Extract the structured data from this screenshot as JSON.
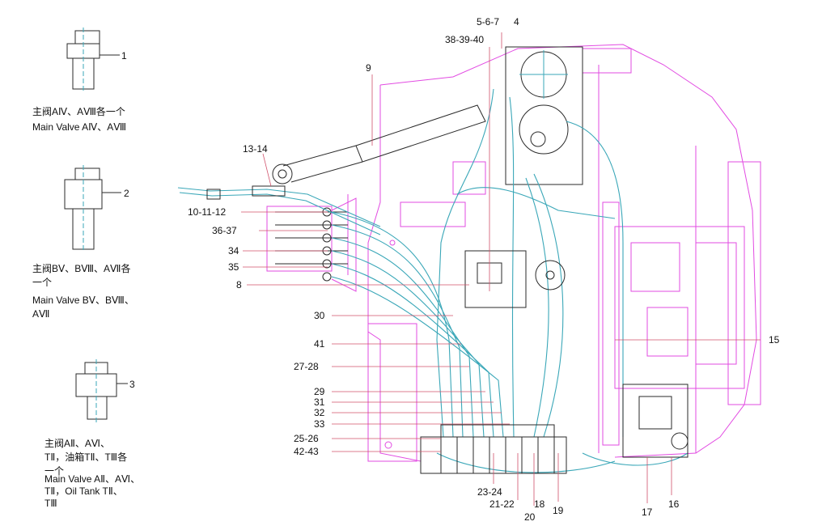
{
  "fittings": [
    {
      "id": "1",
      "caption_cn": "主阀AⅣ、AⅧ各一个",
      "caption_en": "Main Valve AⅣ、AⅧ"
    },
    {
      "id": "2",
      "caption_cn": "主阀BⅤ、BⅧ、AⅦ各一个",
      "caption_en": "Main Valve BⅤ、BⅧ、AⅦ"
    },
    {
      "id": "3",
      "caption_cn": "主阀AⅡ、AⅥ、TⅡ，油箱TⅡ、TⅢ各一个",
      "caption_en": "Main Valve AⅡ、AⅥ、TⅡ，Oil Tank TⅡ、TⅢ"
    }
  ],
  "callouts": {
    "c5_6_7": "5-6-7",
    "c4": "4",
    "c38_39_40": "38-39-40",
    "c9": "9",
    "c13_14": "13-14",
    "c10_11_12": "10-11-12",
    "c36_37": "36-37",
    "c34": "34",
    "c35": "35",
    "c8": "8",
    "c30": "30",
    "c41": "41",
    "c27_28": "27-28",
    "c29": "29",
    "c31": "31",
    "c32": "32",
    "c33": "33",
    "c25_26": "25-26",
    "c42_43": "42-43",
    "c23_24": "23-24",
    "c21_22": "21-22",
    "c18": "18",
    "c20": "20",
    "c19": "19",
    "c17": "17",
    "c16": "16",
    "c15": "15"
  }
}
